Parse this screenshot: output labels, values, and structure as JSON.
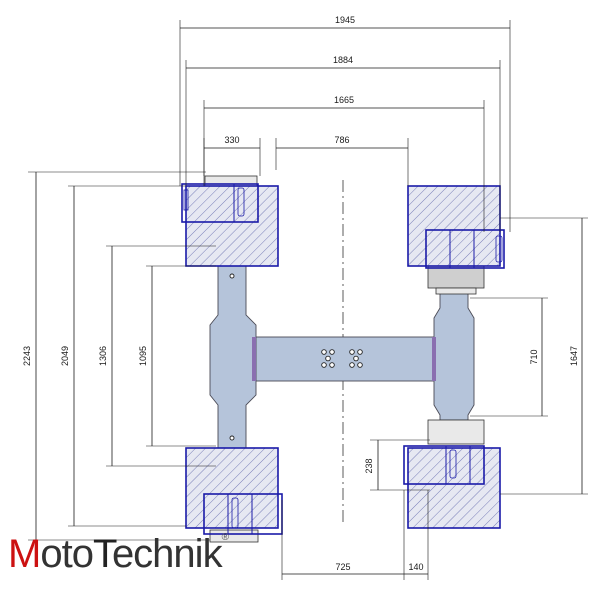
{
  "logo": {
    "first_letter": "M",
    "moto_rest": "oto",
    "second_letter": "T",
    "technik_rest": "echnik",
    "registered": "®",
    "accent_color": "#cc1111",
    "text_color": "#333333"
  },
  "dimensions": {
    "top_1945": "1945",
    "top_1884": "1884",
    "top_1665": "1665",
    "top_330": "330",
    "top_786": "786",
    "left_2243": "2243",
    "left_2049": "2049",
    "left_1306": "1306",
    "left_1095": "1095",
    "right_710": "710",
    "right_1647": "1647",
    "mid_238": "238",
    "bottom_725": "725",
    "bottom_140": "140"
  },
  "colors": {
    "frame": "#b5c4da",
    "outline_blue": "#1a1aa8",
    "joint_purple": "#8a6fb0",
    "dimension_line": "#1a1a1a"
  }
}
